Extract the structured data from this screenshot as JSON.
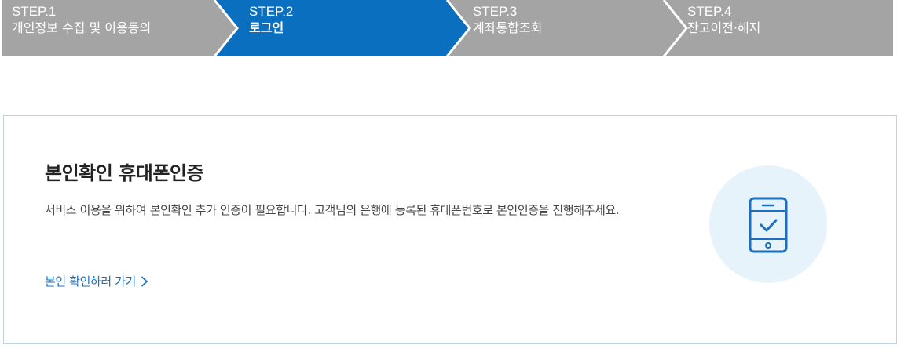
{
  "steps": [
    {
      "num": "STEP.1",
      "title": "개인정보 수집 및 이용동의",
      "active": false
    },
    {
      "num": "STEP.2",
      "title": "로그인",
      "active": true
    },
    {
      "num": "STEP.3",
      "title": "계좌통합조회",
      "active": false
    },
    {
      "num": "STEP.4",
      "title": "잔고이전·해지",
      "active": false
    }
  ],
  "colors": {
    "step_inactive": "#a4a4a4",
    "step_active": "#0a6fbf",
    "step_divider": "#ffffff",
    "card_border": "#bcd4e2",
    "link": "#1a6fbf",
    "badge_bg": "#e7f3fb",
    "icon_stroke": "#1a6fbf"
  },
  "card": {
    "title": "본인확인 휴대폰인증",
    "description": "서비스 이용을 위하여 본인확인 추가 인증이 필요합니다. 고객님의 은행에 등록된 휴대폰번호로 본인인증을 진행해주세요.",
    "link_label": "본인 확인하러 가기",
    "link_icon": "chevron-right-icon",
    "illustration_icon": "mobile-phone-check-icon"
  }
}
